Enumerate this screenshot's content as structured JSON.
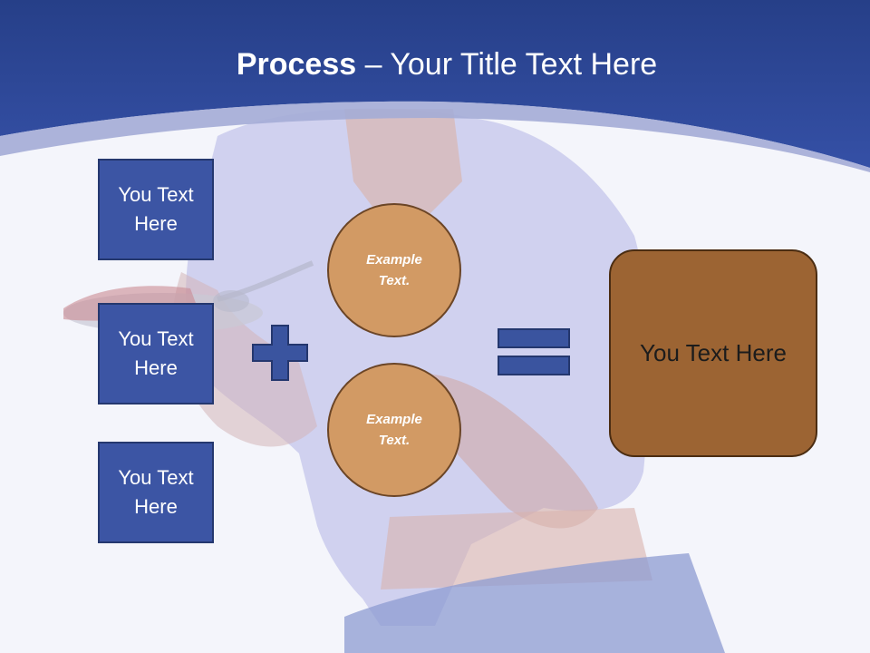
{
  "slide": {
    "title_bold": "Process",
    "title_rest": " – Your Title Text Here",
    "left_boxes": [
      "You Text Here",
      "You Text Here",
      "You Text Here"
    ],
    "circles": [
      "Example Text.",
      "Example Text."
    ],
    "result_text": "You Text Here"
  },
  "colors": {
    "header_blue": "#2e4896",
    "box_blue": "#3c55a4",
    "circle_tan": "#d29a64",
    "result_brown": "#9c6433",
    "operator_blue": "#3a549f"
  },
  "icons": [
    "plus-icon",
    "equals-icon"
  ]
}
